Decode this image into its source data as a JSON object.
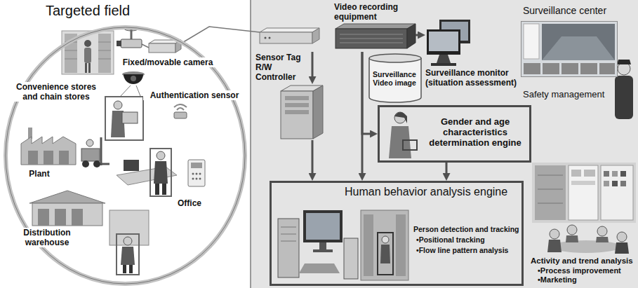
{
  "diagram": {
    "nodes": [
      {
        "text": [
          "Targeted field"
        ]
      },
      {
        "text": [
          "Video recording equipment"
        ]
      },
      {
        "text": [
          "Surveillance center",
          "Safety management"
        ]
      },
      {
        "text": [
          "Surveillance Video image"
        ]
      },
      {
        "text": [
          "Surveillance monitor (situation assessment)"
        ]
      },
      {
        "text": [
          "Sensor Tag R/W Controller"
        ]
      },
      {
        "text": [
          "Gender and age characteristics determination engine"
        ]
      },
      {
        "text": [
          "Human behavior analysis engine",
          "Person detection and tracking",
          "•Positional tracking",
          "•Flow line pattern analysis"
        ]
      },
      {
        "text": [
          "Activity and trend analysis",
          "•Process improvement",
          "•Marketing"
        ]
      }
    ],
    "edges": [
      {
        "from": 1,
        "to": 4,
        "arrow": "to"
      },
      {
        "from": 1,
        "to": 5,
        "arrow": "to"
      },
      {
        "from": 1,
        "to": 6,
        "arrow": "to"
      },
      {
        "from": 1,
        "to": 7,
        "arrow": "to"
      },
      {
        "from": 5,
        "to": 7,
        "arrow": "to"
      },
      {
        "from": 6,
        "to": 7,
        "arrow": "to"
      }
    ],
    "labels": [
      "Fixed/movable camera",
      "Convenience stores and chain stores",
      "Authentication sensor",
      "Plant",
      "Office",
      "Distribution warehouse"
    ]
  }
}
